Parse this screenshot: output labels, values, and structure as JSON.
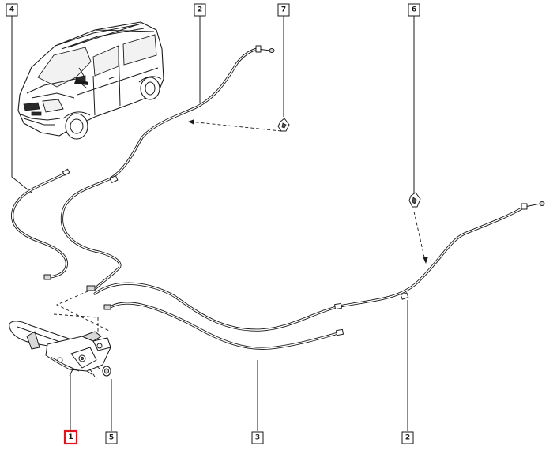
{
  "callouts": [
    {
      "id": "callout-4-top",
      "number": "4",
      "highlighted": false
    },
    {
      "id": "callout-2-top",
      "number": "2",
      "highlighted": false
    },
    {
      "id": "callout-7-top",
      "number": "7",
      "highlighted": false
    },
    {
      "id": "callout-6-top",
      "number": "6",
      "highlighted": false
    },
    {
      "id": "callout-1-bottom",
      "number": "1",
      "highlighted": true
    },
    {
      "id": "callout-5-bottom",
      "number": "5",
      "highlighted": false
    },
    {
      "id": "callout-3-bottom",
      "number": "3",
      "highlighted": false
    },
    {
      "id": "callout-2-bottom",
      "number": "2",
      "highlighted": false
    }
  ],
  "colors": {
    "line": "#1a1a1a",
    "highlight": "#e0141e",
    "background": "#ffffff"
  },
  "icons": [
    "van-illustration",
    "handbrake-lever-assembly",
    "cable-clip",
    "grommet"
  ]
}
